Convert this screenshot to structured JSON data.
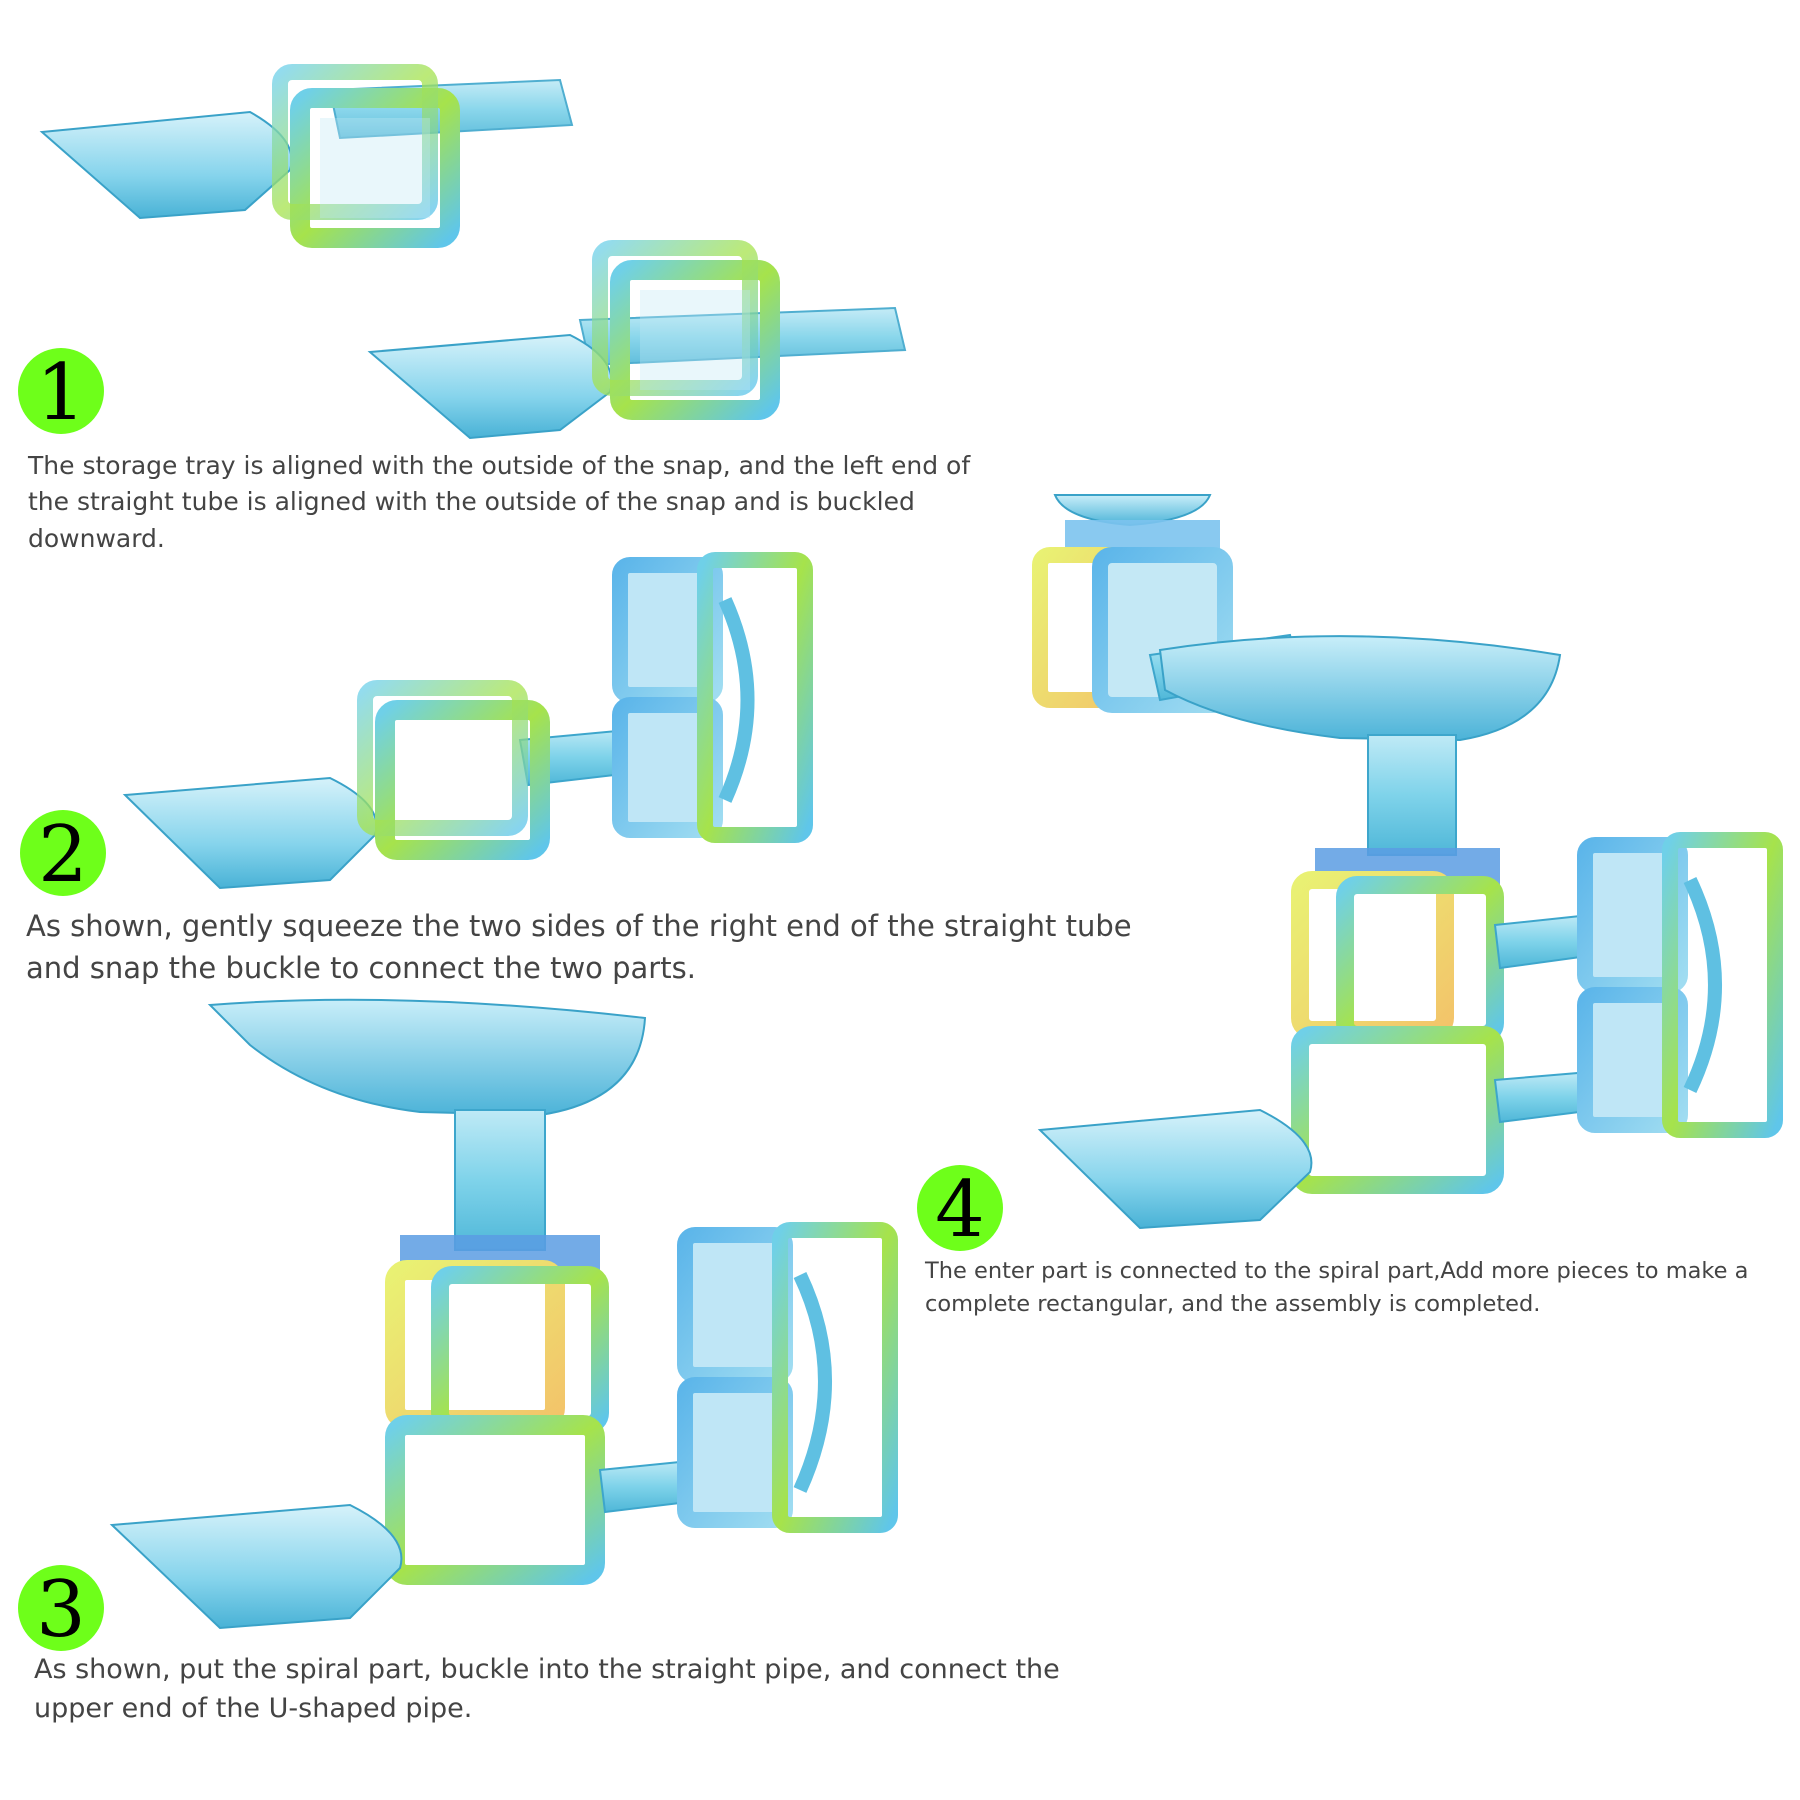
{
  "colors": {
    "badge_green": "#6eff1a",
    "tube_blue": "#7fd3ea",
    "tile_green": "#8fdc3a",
    "tile_yellow": "#e6ef6a",
    "tile_blue": "#5ab6e6",
    "caption_text": "#444444"
  },
  "steps": [
    {
      "number": "1",
      "caption_lines": [
        "The storage tray is aligned with the outside of the snap, and the left end of",
        "the straight tube is aligned with the outside of the snap and is buckled",
        "downward."
      ]
    },
    {
      "number": "2",
      "caption_lines": [
        "As shown, gently squeeze the two sides of the right end of the straight tube",
        "and snap the buckle to connect the two parts."
      ]
    },
    {
      "number": "3",
      "caption_lines": [
        "As shown, put the spiral part, buckle into the straight pipe, and connect the",
        "upper end of the U-shaped pipe."
      ]
    },
    {
      "number": "4",
      "caption_lines": [
        "The enter part is connected to the spiral part,Add more pieces to make a",
        "complete rectangular, and the assembly is completed."
      ]
    }
  ]
}
